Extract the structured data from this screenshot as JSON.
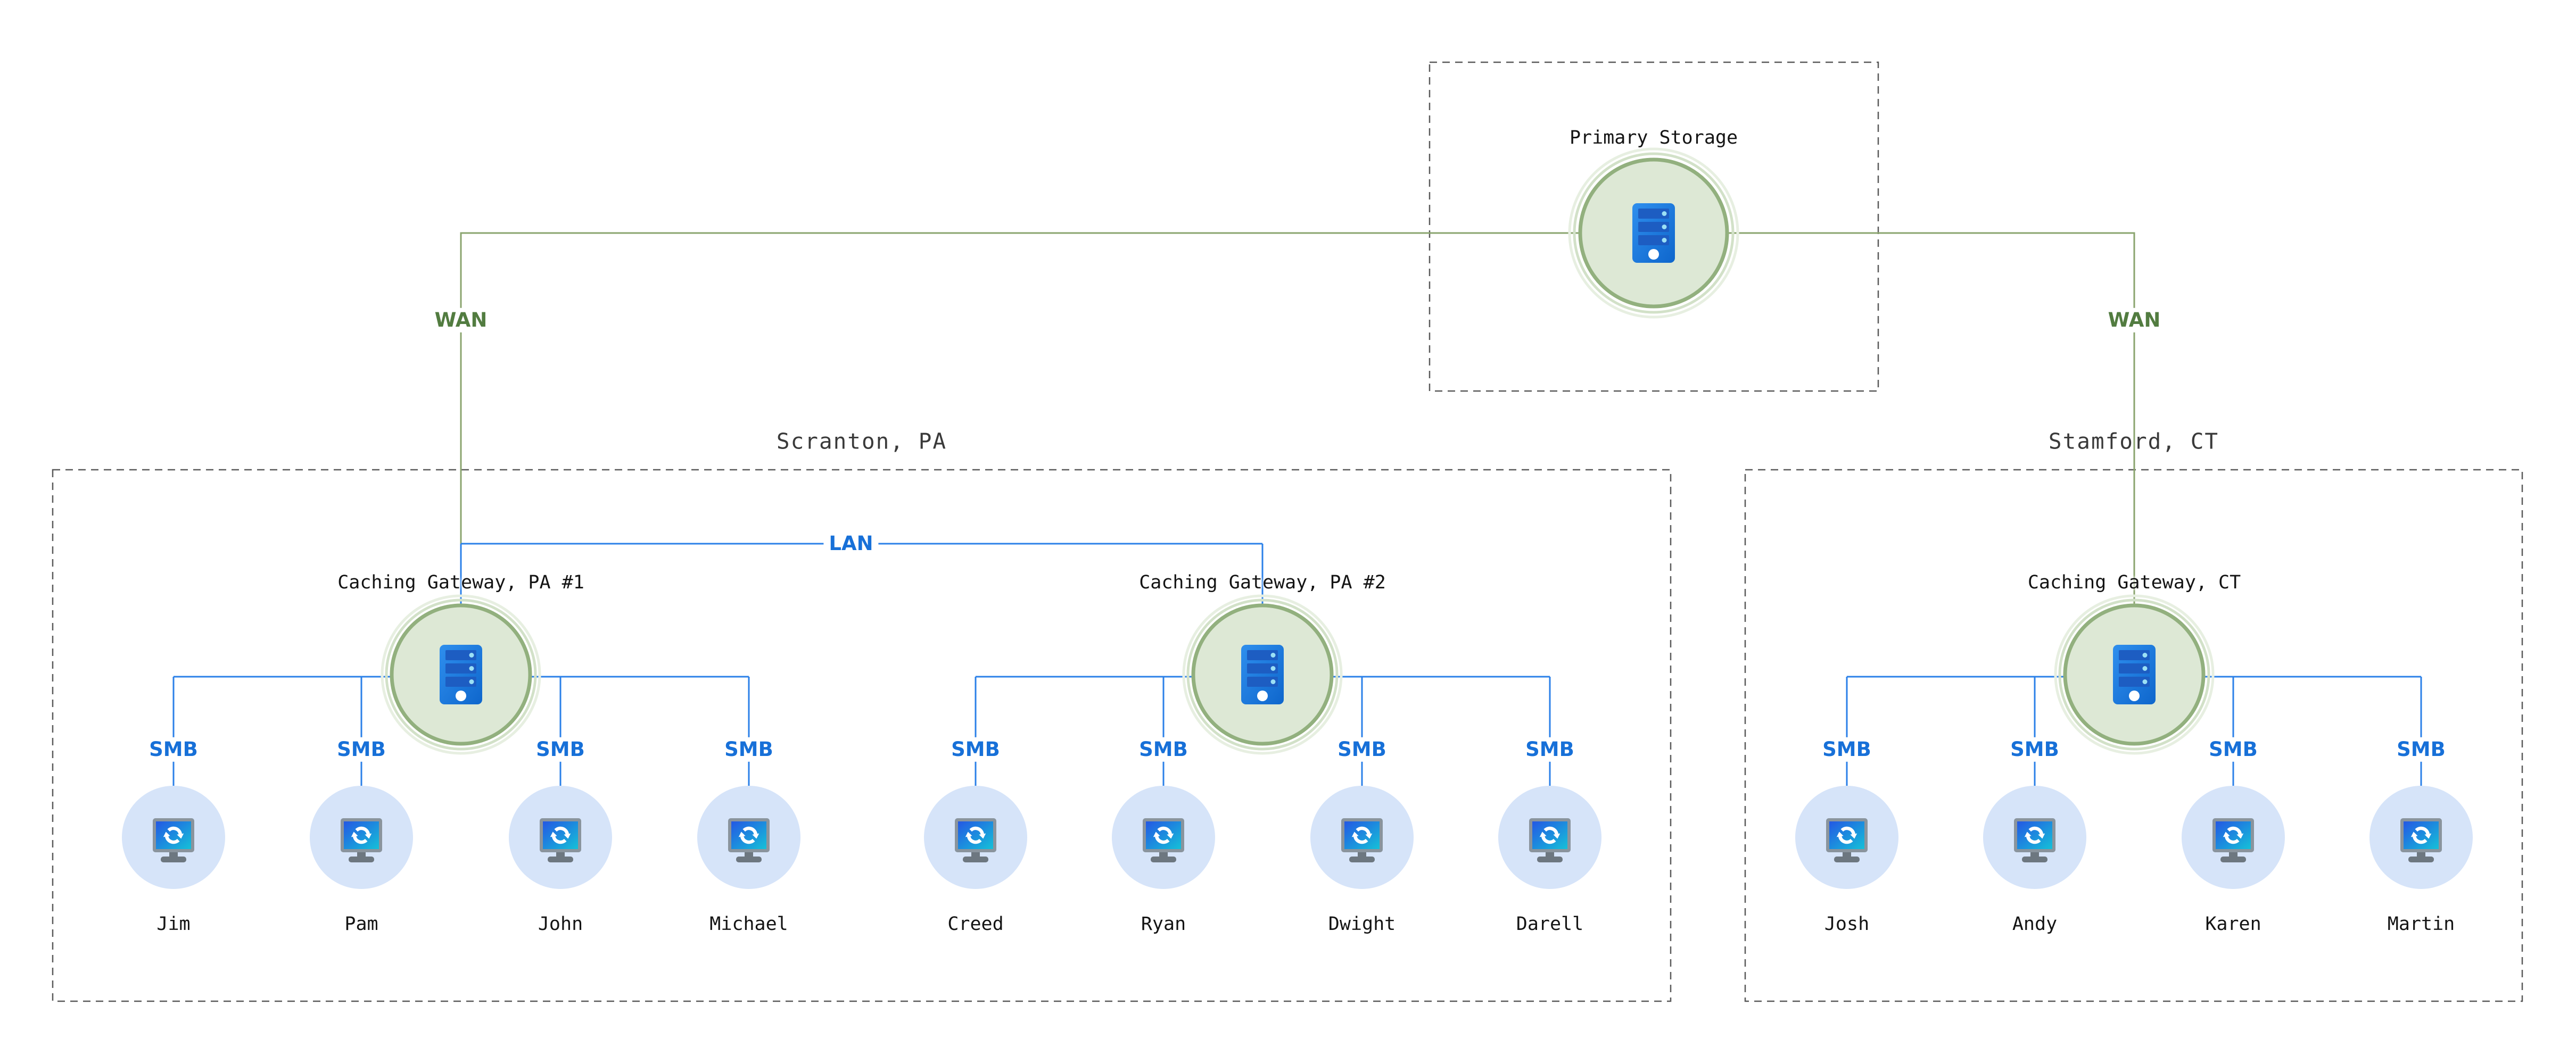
{
  "primary": {
    "label": "Primary Storage"
  },
  "links": {
    "wan": "WAN",
    "lan": "LAN",
    "smb": "SMB"
  },
  "sites": [
    {
      "title": "Scranton, PA"
    },
    {
      "title": "Stamford, CT"
    }
  ],
  "gateways": [
    {
      "label": "Caching Gateway, PA #1",
      "clients": [
        "Jim",
        "Pam",
        "John",
        "Michael"
      ]
    },
    {
      "label": "Caching Gateway, PA #2",
      "clients": [
        "Creed",
        "Ryan",
        "Dwight",
        "Darell"
      ]
    },
    {
      "label": "Caching Gateway, CT",
      "clients": [
        "Josh",
        "Andy",
        "Karen",
        "Martin"
      ]
    }
  ],
  "icons": {
    "storage-server-icon": "blue server tower with three drive bays",
    "client-icon": "monitor with white sync arrows"
  },
  "colors": {
    "wan_line": "#8aa46e",
    "wan_text": "#527c40",
    "lan_line": "#2b80e8",
    "protocol_text": "#1770d8",
    "gateway_fill": "#dde8d5",
    "gateway_ring": "#92b07e",
    "client_fill": "#d6e4f9",
    "box_border": "#5a5a5a",
    "label_text": "#141414",
    "background": "#ffffff"
  }
}
